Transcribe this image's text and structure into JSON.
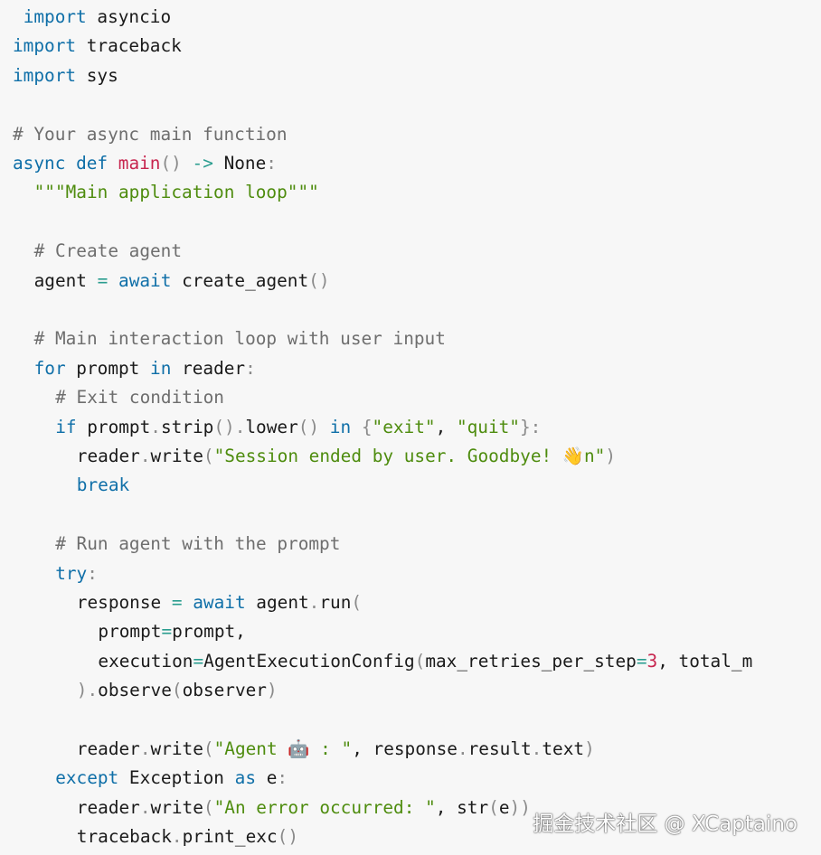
{
  "code": {
    "lines": [
      {
        "indent": 0,
        "tokens": [
          {
            "text": " "
          },
          {
            "text": "import",
            "cls": "kw"
          },
          {
            "text": " asyncio"
          }
        ]
      },
      {
        "indent": 0,
        "tokens": [
          {
            "text": "import",
            "cls": "kw"
          },
          {
            "text": " traceback"
          }
        ]
      },
      {
        "indent": 0,
        "tokens": [
          {
            "text": "import",
            "cls": "kw"
          },
          {
            "text": " sys"
          }
        ]
      },
      {
        "indent": 0,
        "tokens": []
      },
      {
        "indent": 0,
        "tokens": [
          {
            "text": "# Your async main function",
            "cls": "cm"
          }
        ]
      },
      {
        "indent": 0,
        "tokens": [
          {
            "text": "async",
            "cls": "kw"
          },
          {
            "text": " "
          },
          {
            "text": "def",
            "cls": "kw"
          },
          {
            "text": " "
          },
          {
            "text": "main",
            "cls": "fn"
          },
          {
            "text": "()",
            "cls": "pn"
          },
          {
            "text": " "
          },
          {
            "text": "->",
            "cls": "op"
          },
          {
            "text": " None"
          },
          {
            "text": ":",
            "cls": "pn"
          }
        ]
      },
      {
        "indent": 1,
        "tokens": [
          {
            "text": "\"\"\"Main application loop\"\"\"",
            "cls": "str"
          }
        ]
      },
      {
        "indent": 0,
        "tokens": []
      },
      {
        "indent": 1,
        "tokens": [
          {
            "text": "# Create agent",
            "cls": "cm"
          }
        ]
      },
      {
        "indent": 1,
        "tokens": [
          {
            "text": "agent "
          },
          {
            "text": "=",
            "cls": "op"
          },
          {
            "text": " "
          },
          {
            "text": "await",
            "cls": "kw"
          },
          {
            "text": " create_agent"
          },
          {
            "text": "()",
            "cls": "pn"
          }
        ]
      },
      {
        "indent": 0,
        "tokens": []
      },
      {
        "indent": 1,
        "tokens": [
          {
            "text": "# Main interaction loop with user input",
            "cls": "cm"
          }
        ]
      },
      {
        "indent": 1,
        "tokens": [
          {
            "text": "for",
            "cls": "kw"
          },
          {
            "text": " prompt "
          },
          {
            "text": "in",
            "cls": "kw"
          },
          {
            "text": " reader"
          },
          {
            "text": ":",
            "cls": "pn"
          }
        ]
      },
      {
        "indent": 2,
        "tokens": [
          {
            "text": "# Exit condition",
            "cls": "cm"
          }
        ]
      },
      {
        "indent": 2,
        "tokens": [
          {
            "text": "if",
            "cls": "kw"
          },
          {
            "text": " prompt"
          },
          {
            "text": ".",
            "cls": "pn"
          },
          {
            "text": "strip"
          },
          {
            "text": "().",
            "cls": "pn"
          },
          {
            "text": "lower"
          },
          {
            "text": "()",
            "cls": "pn"
          },
          {
            "text": " "
          },
          {
            "text": "in",
            "cls": "kw"
          },
          {
            "text": " "
          },
          {
            "text": "{",
            "cls": "pn"
          },
          {
            "text": "\"exit\"",
            "cls": "str"
          },
          {
            "text": ", "
          },
          {
            "text": "\"quit\"",
            "cls": "str"
          },
          {
            "text": "}:",
            "cls": "pn"
          }
        ]
      },
      {
        "indent": 3,
        "tokens": [
          {
            "text": "reader"
          },
          {
            "text": ".",
            "cls": "pn"
          },
          {
            "text": "write"
          },
          {
            "text": "(",
            "cls": "pn"
          },
          {
            "text": "\"Session ended by user. Goodbye! ",
            "cls": "str"
          },
          {
            "text": "👋",
            "cls": "emoji"
          },
          {
            "text": "n\"",
            "cls": "str"
          },
          {
            "text": ")",
            "cls": "pn"
          }
        ]
      },
      {
        "indent": 3,
        "tokens": [
          {
            "text": "break",
            "cls": "kw"
          }
        ]
      },
      {
        "indent": 0,
        "tokens": []
      },
      {
        "indent": 2,
        "tokens": [
          {
            "text": "# Run agent with the prompt",
            "cls": "cm"
          }
        ]
      },
      {
        "indent": 2,
        "tokens": [
          {
            "text": "try",
            "cls": "kw"
          },
          {
            "text": ":",
            "cls": "pn"
          }
        ]
      },
      {
        "indent": 3,
        "tokens": [
          {
            "text": "response "
          },
          {
            "text": "=",
            "cls": "op"
          },
          {
            "text": " "
          },
          {
            "text": "await",
            "cls": "kw"
          },
          {
            "text": " agent"
          },
          {
            "text": ".",
            "cls": "pn"
          },
          {
            "text": "run"
          },
          {
            "text": "(",
            "cls": "pn"
          }
        ]
      },
      {
        "indent": 4,
        "tokens": [
          {
            "text": "prompt"
          },
          {
            "text": "=",
            "cls": "op"
          },
          {
            "text": "prompt,"
          }
        ]
      },
      {
        "indent": 4,
        "tokens": [
          {
            "text": "execution"
          },
          {
            "text": "=",
            "cls": "op"
          },
          {
            "text": "AgentExecutionConfig"
          },
          {
            "text": "(",
            "cls": "pn"
          },
          {
            "text": "max_retries_per_step"
          },
          {
            "text": "=",
            "cls": "op"
          },
          {
            "text": "3",
            "cls": "num"
          },
          {
            "text": ", total_m"
          }
        ]
      },
      {
        "indent": 3,
        "tokens": [
          {
            "text": ").",
            "cls": "pn"
          },
          {
            "text": "observe"
          },
          {
            "text": "(",
            "cls": "pn"
          },
          {
            "text": "observer"
          },
          {
            "text": ")",
            "cls": "pn"
          }
        ]
      },
      {
        "indent": 0,
        "tokens": []
      },
      {
        "indent": 3,
        "tokens": [
          {
            "text": "reader"
          },
          {
            "text": ".",
            "cls": "pn"
          },
          {
            "text": "write"
          },
          {
            "text": "(",
            "cls": "pn"
          },
          {
            "text": "\"Agent ",
            "cls": "str"
          },
          {
            "text": "🤖",
            "cls": "emoji"
          },
          {
            "text": " : \"",
            "cls": "str"
          },
          {
            "text": ", response"
          },
          {
            "text": ".",
            "cls": "pn"
          },
          {
            "text": "result"
          },
          {
            "text": ".",
            "cls": "pn"
          },
          {
            "text": "text"
          },
          {
            "text": ")",
            "cls": "pn"
          }
        ]
      },
      {
        "indent": 2,
        "tokens": [
          {
            "text": "except",
            "cls": "kw"
          },
          {
            "text": " Exception "
          },
          {
            "text": "as",
            "cls": "kw"
          },
          {
            "text": " e"
          },
          {
            "text": ":",
            "cls": "pn"
          }
        ]
      },
      {
        "indent": 3,
        "tokens": [
          {
            "text": "reader"
          },
          {
            "text": ".",
            "cls": "pn"
          },
          {
            "text": "write"
          },
          {
            "text": "(",
            "cls": "pn"
          },
          {
            "text": "\"An error occurred: \"",
            "cls": "str"
          },
          {
            "text": ", str"
          },
          {
            "text": "(",
            "cls": "pn"
          },
          {
            "text": "e"
          },
          {
            "text": "))",
            "cls": "pn"
          }
        ]
      },
      {
        "indent": 3,
        "tokens": [
          {
            "text": "traceback"
          },
          {
            "text": ".",
            "cls": "pn"
          },
          {
            "text": "print_exc"
          },
          {
            "text": "()",
            "cls": "pn"
          }
        ]
      }
    ]
  },
  "watermark": {
    "text": "掘金技术社区 @ XCaptaino"
  }
}
